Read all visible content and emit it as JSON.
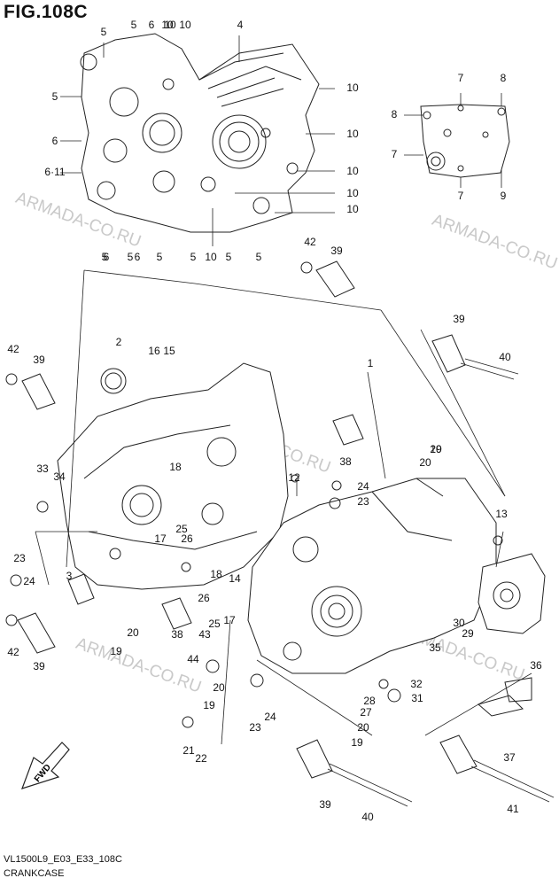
{
  "figure": {
    "title": "FIG.108C",
    "diagram_code": "VL1500L9_E03_E33_108C",
    "caption": "CRANKCASE"
  },
  "watermarks": [
    "ARMADA-CO.RU",
    "ARMADA-CO.RU",
    "ARMADA-CO.RU",
    "ARMADA-CO.RU",
    "ARMADA-CO.RU"
  ],
  "fwd_label": "FWD",
  "callouts": [
    "5",
    "5",
    "5",
    "5",
    "6",
    "6",
    "6",
    "6",
    "10",
    "10",
    "10",
    "10",
    "10",
    "10",
    "10",
    "4",
    "10",
    "6·11",
    "5",
    "5",
    "5",
    "5",
    "10",
    "5",
    "7",
    "8",
    "8",
    "7",
    "7",
    "9",
    "1",
    "2",
    "3",
    "12",
    "13",
    "14",
    "15",
    "16",
    "17",
    "17",
    "18",
    "18",
    "19",
    "19",
    "19",
    "19",
    "20",
    "20",
    "20",
    "20",
    "20",
    "21",
    "22",
    "23",
    "23",
    "23",
    "24",
    "24",
    "24",
    "25",
    "25",
    "26",
    "26",
    "27",
    "28",
    "29",
    "30",
    "31",
    "32",
    "33",
    "34",
    "35",
    "36",
    "37",
    "38",
    "38",
    "39",
    "39",
    "39",
    "39",
    "39",
    "40",
    "40",
    "41",
    "42",
    "42",
    "42",
    "43",
    "44"
  ]
}
